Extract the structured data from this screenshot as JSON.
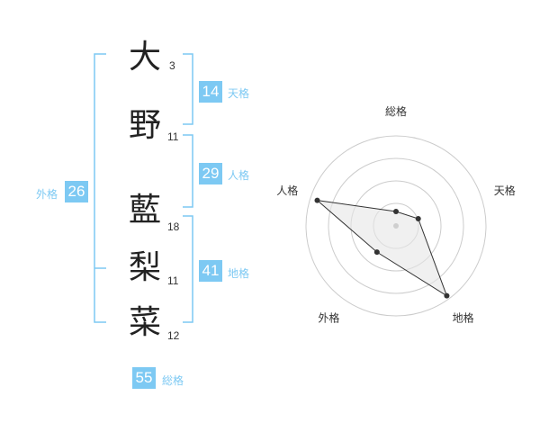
{
  "name": {
    "chars": [
      {
        "kanji": "大",
        "strokes": "3"
      },
      {
        "kanji": "野",
        "strokes": "11"
      },
      {
        "kanji": "藍",
        "strokes": "18"
      },
      {
        "kanji": "梨",
        "strokes": "11"
      },
      {
        "kanji": "菜",
        "strokes": "12"
      }
    ]
  },
  "kakusu": {
    "tenkaku": {
      "value": "14",
      "label": "天格"
    },
    "jinkaku": {
      "value": "29",
      "label": "人格"
    },
    "chikaku": {
      "value": "41",
      "label": "地格"
    },
    "gaikaku": {
      "value": "26",
      "label": "外格"
    },
    "soukaku": {
      "value": "55",
      "label": "総格"
    }
  },
  "colors": {
    "accent": "#7dc9f3",
    "text": "#222222",
    "grid": "#cccccc",
    "series": "#333333"
  },
  "chart_data": {
    "type": "radar",
    "axes": [
      "総格",
      "天格",
      "地格",
      "外格",
      "人格"
    ],
    "values": [
      0.16,
      0.26,
      0.96,
      0.36,
      0.92
    ],
    "range": [
      0,
      1
    ],
    "rings": 4,
    "grid": true
  }
}
